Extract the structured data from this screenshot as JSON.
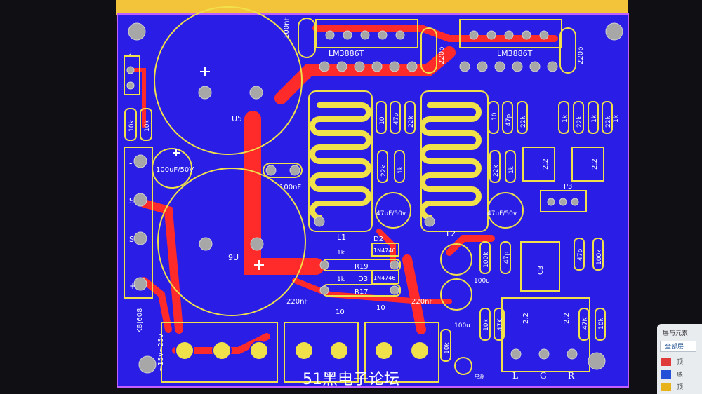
{
  "colors": {
    "board": "#2a1ee6",
    "copper": "#ff2a2a",
    "silk": "#f0e04a",
    "background": "#101014",
    "header": "#f3c43a"
  },
  "pcb": {
    "chips": [
      "LM3886T",
      "LM3886T"
    ],
    "caps_big": [
      "U5",
      "9U"
    ],
    "labels": {
      "c100nf_top": "100nF",
      "c220p_1": "220p",
      "c220p_2": "220p",
      "j": "J",
      "r10k_1": "10k",
      "r10k_2": "10k",
      "c100uf": "100uF/50V",
      "c100nf_mid": "100nF",
      "minus": "-",
      "s1": "S",
      "s2": "S",
      "plus": "+",
      "bridge": "KBJ608",
      "supply": "~15v~25v",
      "l1": "L1",
      "l2": "L2",
      "r10_a": "10",
      "c47p_a": "47p",
      "r22k_a": "22k",
      "r22k_b": "22k",
      "r1k_a": "1k",
      "c47u_a": "47uF/50v",
      "r10_b": "10",
      "c47p_b": "47p",
      "r22k_c": "22k",
      "r22k_d": "22k",
      "r1k_b": "1k",
      "c47u_b": "47uF/50v",
      "r1k_c": "1k",
      "r22k_e": "22k",
      "r1k_d": "1k",
      "r22k_f": "22k",
      "r1k_e": "1k",
      "v22_a": "2.2",
      "v22_b": "2.2",
      "p3": "P3",
      "d2": "D2",
      "d2v": "1N4746",
      "d3": "D3",
      "d3v": "1N4746",
      "r1k_f": "1k",
      "r1k_g": "1k",
      "r19": "R19",
      "r17": "R17",
      "c220nf_a": "220nF",
      "c220nf_b": "220nF",
      "r10_c": "10",
      "r10_d": "10",
      "r100k_a": "100k",
      "c47p_c": "47p",
      "ic3": "IC3",
      "c47p_d": "47p",
      "r100k_b": "100k",
      "c100u_a": "100u",
      "c100u_b": "100u",
      "r10k_3": "10k",
      "r47k_a": "47K",
      "v22_c": "2.2",
      "v22_d": "2.2",
      "r47k_b": "47K",
      "r10k_4": "10k",
      "l": "L",
      "g": "G",
      "r": "R",
      "r10k_5": "10k",
      "pwr": "电源"
    }
  },
  "watermark": "51黑电子论坛",
  "panel": {
    "title": "层与元素",
    "button": "全部层",
    "items": [
      "顶",
      "底",
      "顶"
    ]
  }
}
